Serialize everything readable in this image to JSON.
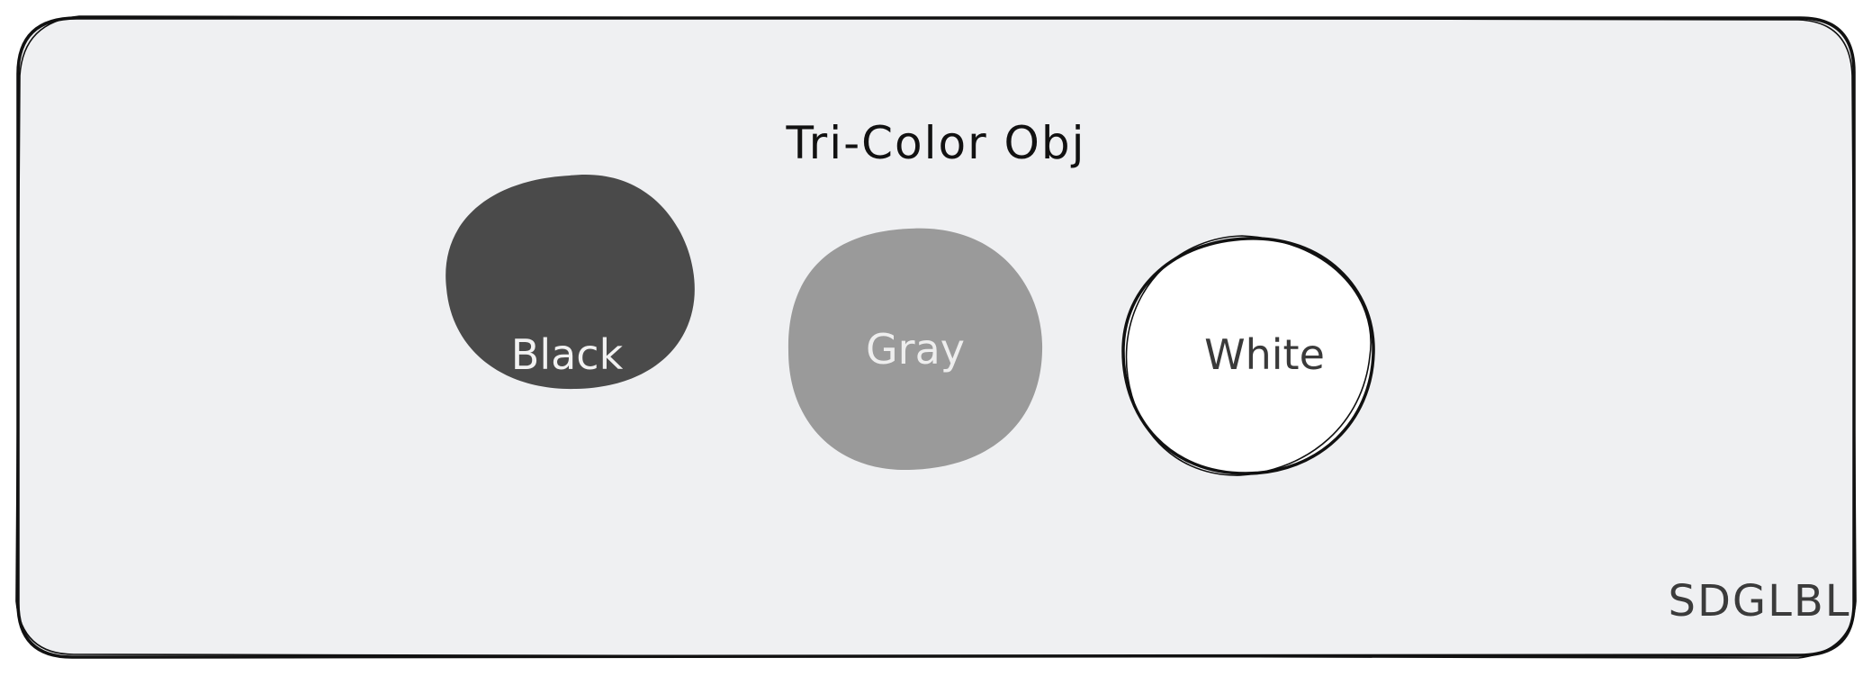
{
  "diagram": {
    "title": "Tri-Color Obj",
    "watermark": "SDGLBL",
    "nodes": [
      {
        "id": "black",
        "label": "Black",
        "fill": "#4a4a4a",
        "label_color": "#f2f2f2",
        "stroke": "none"
      },
      {
        "id": "gray",
        "label": "Gray",
        "fill": "#9a9a9a",
        "label_color": "#eeeeee",
        "stroke": "none"
      },
      {
        "id": "white",
        "label": "White",
        "fill": "#ffffff",
        "label_color": "#3a3a3a",
        "stroke": "#111111"
      }
    ],
    "colors": {
      "panel_fill": "#eff0f2",
      "panel_stroke": "#111111",
      "title": "#111111",
      "watermark": "#3b3b3b"
    }
  }
}
